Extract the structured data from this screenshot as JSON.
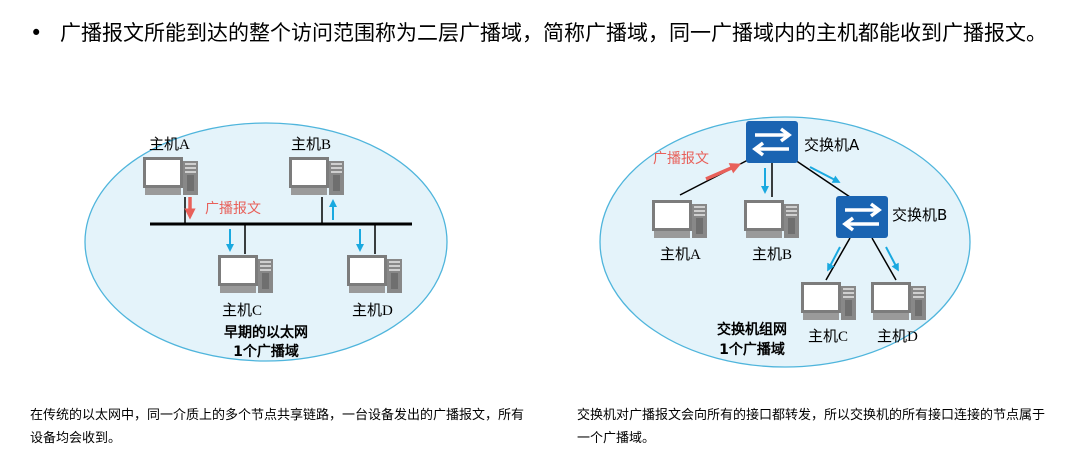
{
  "bullet": {
    "marker": "•",
    "text": "广播报文所能到达的整个访问范围称为二层广播域，简称广播域，同一广播域内的主机都能收到广播报文。"
  },
  "left_diagram": {
    "host_a": "主机A",
    "host_b": "主机B",
    "host_c": "主机C",
    "host_d": "主机D",
    "packet_label": "广播报文",
    "title_line1": "早期的以太网",
    "title_line2": "1个广播域"
  },
  "right_diagram": {
    "switch_a": "交换机A",
    "switch_b": "交换机B",
    "host_a": "主机A",
    "host_b": "主机B",
    "host_c": "主机C",
    "host_d": "主机D",
    "packet_label": "广播报文",
    "title_line1": "交换机组网",
    "title_line2": "1个广播域"
  },
  "captions": {
    "left": "在传统的以太网中，同一介质上的多个节点共享链路，一台设备发出的广播报文，所有设备均会收到。",
    "right": "交换机对广播报文会向所有的接口都转发，所以交换机的所有接口连接的节点属于一个广播域。"
  },
  "colors": {
    "ellipse_fill": "#e4f3fa",
    "ellipse_stroke": "#4fb5dc",
    "switch_blue": "#1a64b2",
    "packet_red": "#e8605a",
    "arrow_cyan": "#1aa9e0"
  }
}
